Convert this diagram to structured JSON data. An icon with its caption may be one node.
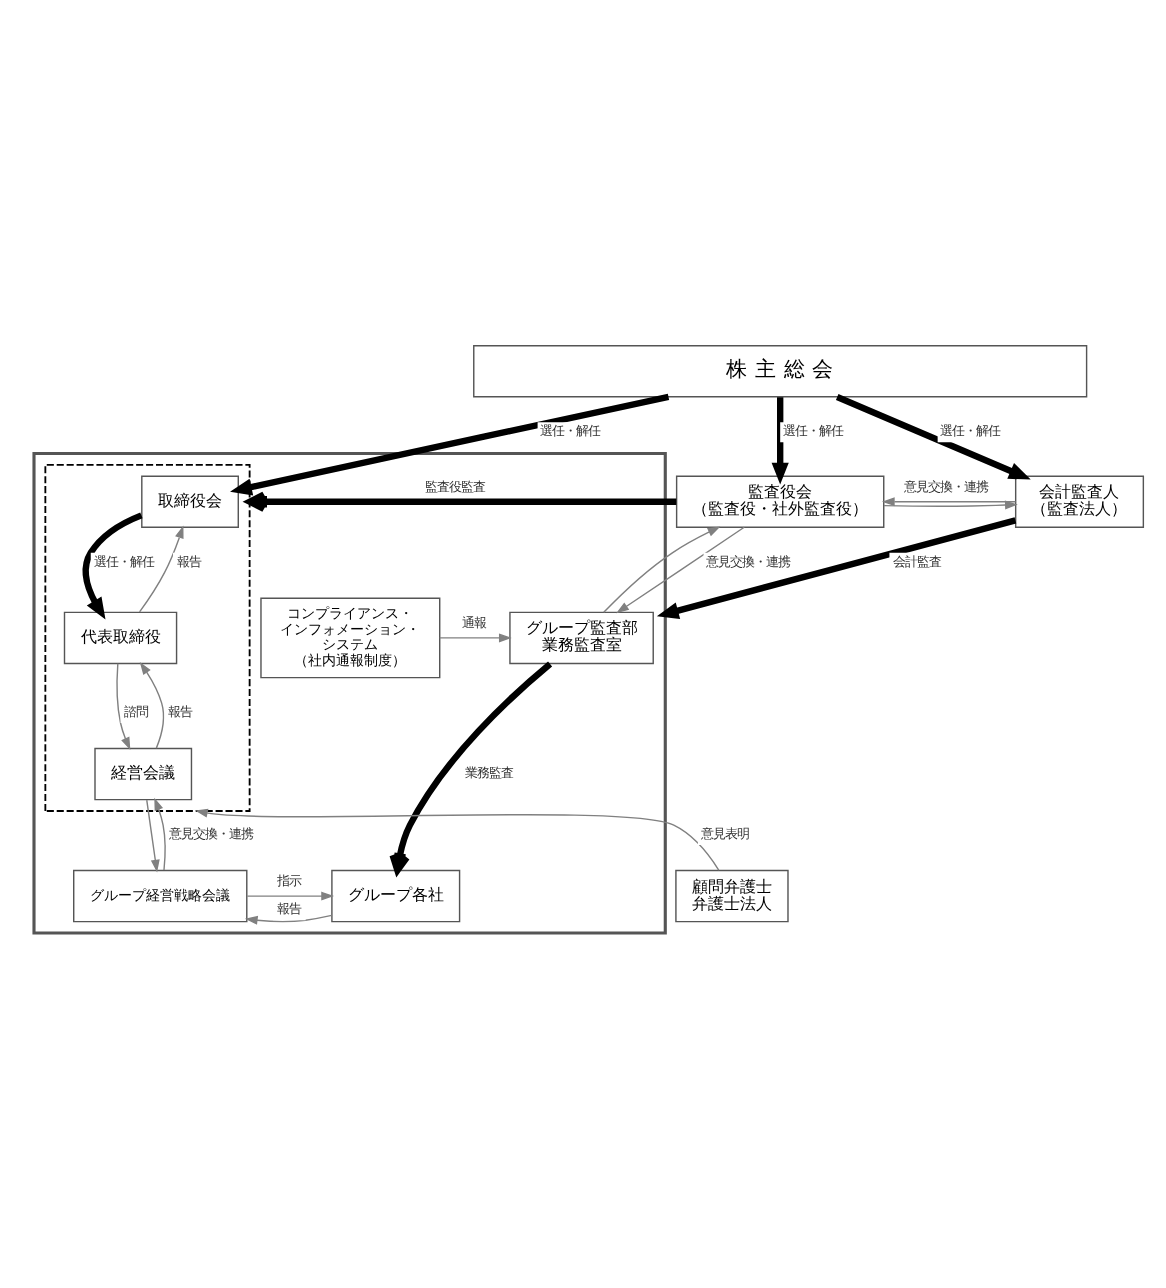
{
  "diagram": {
    "nodes": [
      {
        "text": [
          "株 主 総 会"
        ]
      },
      {
        "text": [],
        "shape": "box"
      },
      {
        "text": [],
        "shape": "box",
        "in": 1
      },
      {
        "text": [
          "取締役会"
        ],
        "in": 2
      },
      {
        "text": [
          "監査役会",
          "（監査役・社外監査役）"
        ]
      },
      {
        "text": [
          "会計監査人",
          "（監査法人）"
        ]
      },
      {
        "text": [
          "代表取締役"
        ],
        "in": 2
      },
      {
        "text": [
          "コンプライアンス・インフォメーション・システム",
          "（社内通報制度）"
        ],
        "in": 1
      },
      {
        "text": [
          "グループ監査部",
          "業務監査室"
        ],
        "in": 1
      },
      {
        "text": [
          "経営会議"
        ],
        "in": 2
      },
      {
        "text": [
          "グループ経営戦略会議"
        ],
        "in": 1
      },
      {
        "text": [
          "グループ各社"
        ],
        "in": 1
      },
      {
        "text": [
          "顧問弁護士",
          "弁護士法人"
        ]
      }
    ],
    "edges": [
      {
        "from": 0,
        "to": 3,
        "arrow": "to",
        "label": "選任・解任",
        "style": "thick",
        "color": "#000000"
      },
      {
        "from": 0,
        "to": 4,
        "arrow": "to",
        "label": "選任・解任",
        "style": "thick",
        "color": "#000000"
      },
      {
        "from": 0,
        "to": 5,
        "arrow": "to",
        "label": "選任・解任",
        "style": "thick",
        "color": "#000000"
      },
      {
        "from": 4,
        "to": 2,
        "arrow": "to",
        "label": "監査役監査",
        "style": "thick",
        "color": "#000000"
      },
      {
        "from": 5,
        "to": 4,
        "arrow": "to",
        "label": "意見交換・連携"
      },
      {
        "from": 4,
        "to": 5,
        "arrow": "to"
      },
      {
        "from": 5,
        "to": 1,
        "arrow": "to",
        "label": "会計監査",
        "style": "thick",
        "color": "#000000"
      },
      {
        "from": 3,
        "to": 6,
        "arrow": "to",
        "label": "選任・解任",
        "style": "thick",
        "color": "#000000"
      },
      {
        "from": 6,
        "to": 3,
        "arrow": "to",
        "label": "報告"
      },
      {
        "from": 4,
        "to": 8,
        "arrow": "to",
        "label": "意見交換・連携"
      },
      {
        "from": 8,
        "to": 4,
        "arrow": "to"
      },
      {
        "from": 7,
        "to": 8,
        "arrow": "to",
        "label": "通報"
      },
      {
        "from": 9,
        "to": 6,
        "arrow": "to",
        "label": "報告"
      },
      {
        "from": 6,
        "to": 9,
        "arrow": "to",
        "label": "諮問"
      },
      {
        "from": 8,
        "to": 11,
        "arrow": "to",
        "label": "業務監査",
        "style": "thick",
        "color": "#000000"
      },
      {
        "from": 10,
        "to": 9,
        "arrow": "to",
        "label": "意見交換・連携"
      },
      {
        "from": 9,
        "to": 10,
        "arrow": "to"
      },
      {
        "from": 10,
        "to": 11,
        "arrow": "to",
        "label": "指示"
      },
      {
        "from": 11,
        "to": 10,
        "arrow": "to",
        "label": "報告"
      },
      {
        "from": 12,
        "to": 2,
        "arrow": "to",
        "label": "意見表明"
      }
    ]
  }
}
